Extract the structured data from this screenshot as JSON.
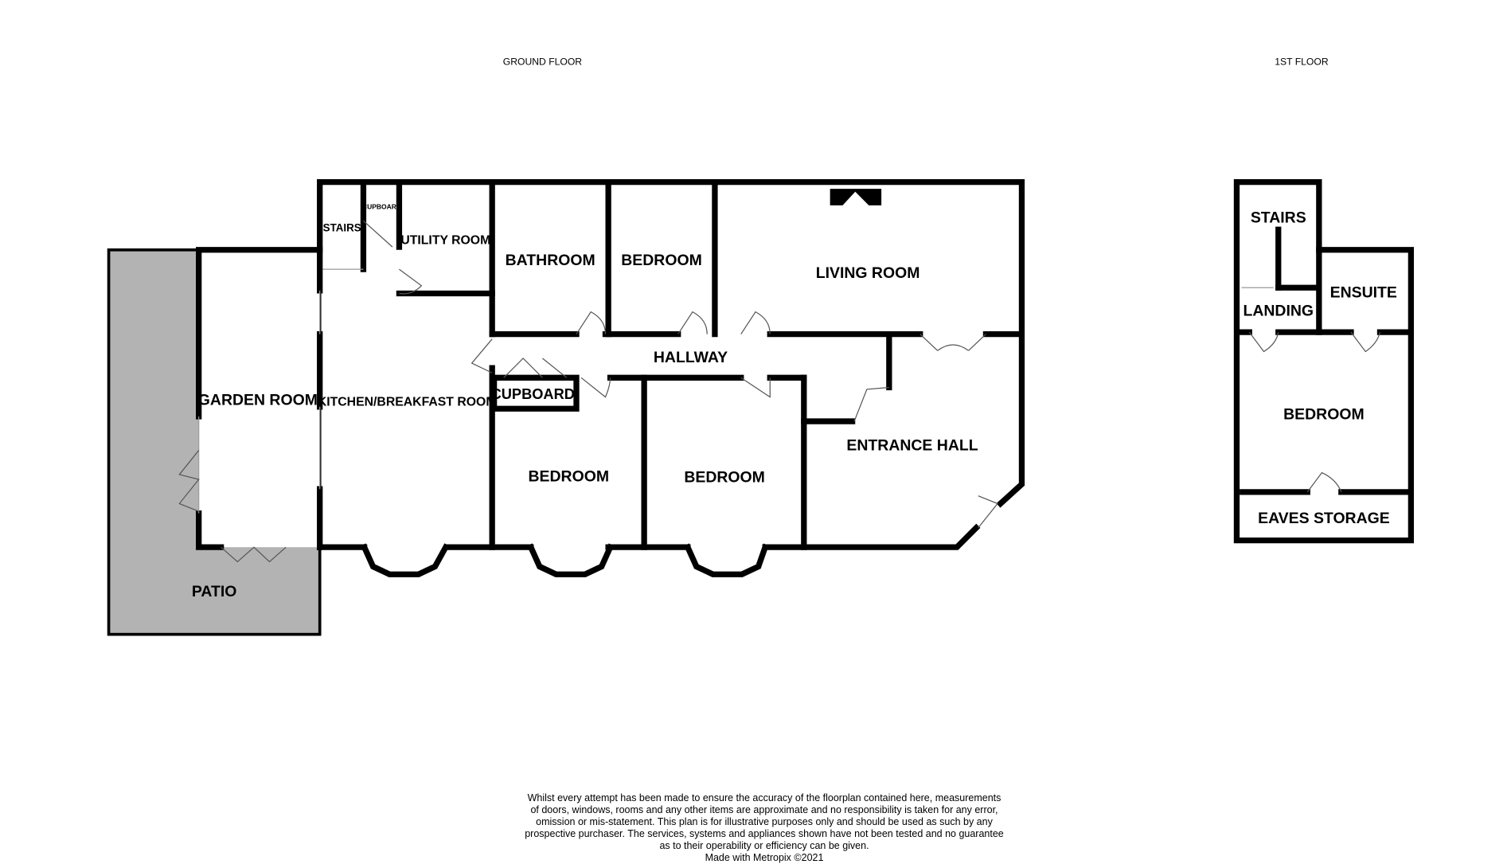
{
  "floors": {
    "ground": {
      "title": "GROUND FLOOR",
      "rooms": [
        "STAIRS",
        "CUPBOARD",
        "UTILITY ROOM",
        "BATHROOM",
        "BEDROOM",
        "LIVING ROOM",
        "HALLWAY",
        "CUPBOARD",
        "GARDEN ROOM",
        "KITCHEN/BREAKFAST ROOM",
        "BEDROOM",
        "BEDROOM",
        "ENTRANCE HALL",
        "PATIO"
      ]
    },
    "first": {
      "title": "1ST FLOOR",
      "rooms": [
        "STAIRS",
        "ENSUITE",
        "LANDING",
        "BEDROOM",
        "EAVES STORAGE"
      ]
    }
  },
  "colors": {
    "walls": "#000000",
    "patio": "#b3b3b3"
  },
  "disclaimer": {
    "lines": [
      "Whilst every attempt has been made to ensure the accuracy of the floorplan contained here, measurements",
      "of doors, windows, rooms and any other items are approximate and no responsibility is taken for any error,",
      "omission or mis-statement. This plan is for illustrative purposes only and should be used as such by any",
      "prospective purchaser. The services, systems and appliances shown have not been tested and no guarantee",
      "as to their operability or efficiency can be given."
    ],
    "credit": "Made with Metropix ©2021"
  }
}
